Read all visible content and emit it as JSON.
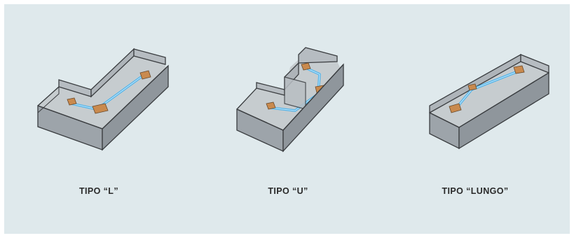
{
  "labels": {
    "l": "TIPO “L”",
    "u": "TIPO “U”",
    "lungo": "TIPO “LUNGO”"
  },
  "colors": {
    "background": "#dfe9ec",
    "box_face_front": "#9da4aa",
    "box_face_side": "#b6bcc1",
    "box_floor": "#c6cccf",
    "box_edge": "#3a3d40",
    "duct": "#4fb3ea",
    "unit": "#c98a4e"
  }
}
